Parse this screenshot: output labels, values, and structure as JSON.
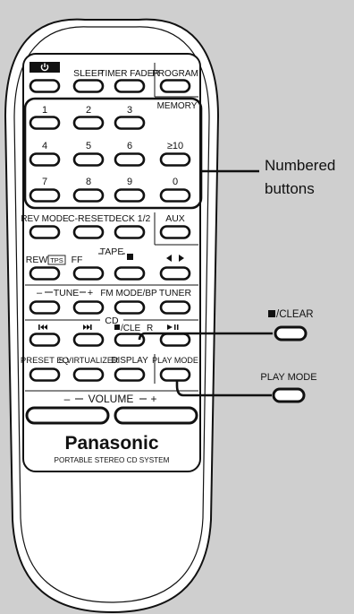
{
  "remote": {
    "power_icon": "power-icon",
    "sleep": "SLEEP",
    "timer_fader": "TIMER FADER",
    "program": "PROGRAM",
    "memory": "MEMORY",
    "nums": [
      "1",
      "2",
      "3",
      "4",
      "5",
      "6",
      "≥10",
      "7",
      "8",
      "9",
      "0"
    ],
    "rev_mode": "REV MODE",
    "c_reset": "C-RESET",
    "deck": "DECK 1/2",
    "aux": "AUX",
    "tape": "TAPE",
    "rew": "REW",
    "tps": "TPS",
    "ff": "FF",
    "stop_icon": "stop-icon",
    "dir_icon": "direction-icon",
    "tune_minus": "–",
    "tune": "TUNE",
    "tune_plus": "+",
    "fm_mode": "FM MODE/BP",
    "tuner": "TUNER",
    "cd": "CD",
    "skip_back_icon": "skip-back-icon",
    "skip_fwd_icon": "skip-forward-icon",
    "stop_clear_a": "/CLE",
    "stop_clear_b": "R",
    "play_pause_icon": "play-pause-icon",
    "preset_eq": "PRESET EQ",
    "virtualizer": "S.VIRTUALIZER",
    "display": "DISPLAY",
    "play_mode": "PLAY MODE",
    "vol_minus": "–",
    "volume": "VOLUME",
    "vol_plus": "+",
    "brand": "Panasonic",
    "model": "PORTABLE STEREO CD SYSTEM"
  },
  "callouts": {
    "numbered_1": "Numbered",
    "numbered_2": "buttons",
    "stop_clear": "/CLEAR",
    "play_mode": "PLAY MODE"
  },
  "colors": {
    "background": "#cfcfcf",
    "body": "#ffffff",
    "ink": "#111111"
  }
}
